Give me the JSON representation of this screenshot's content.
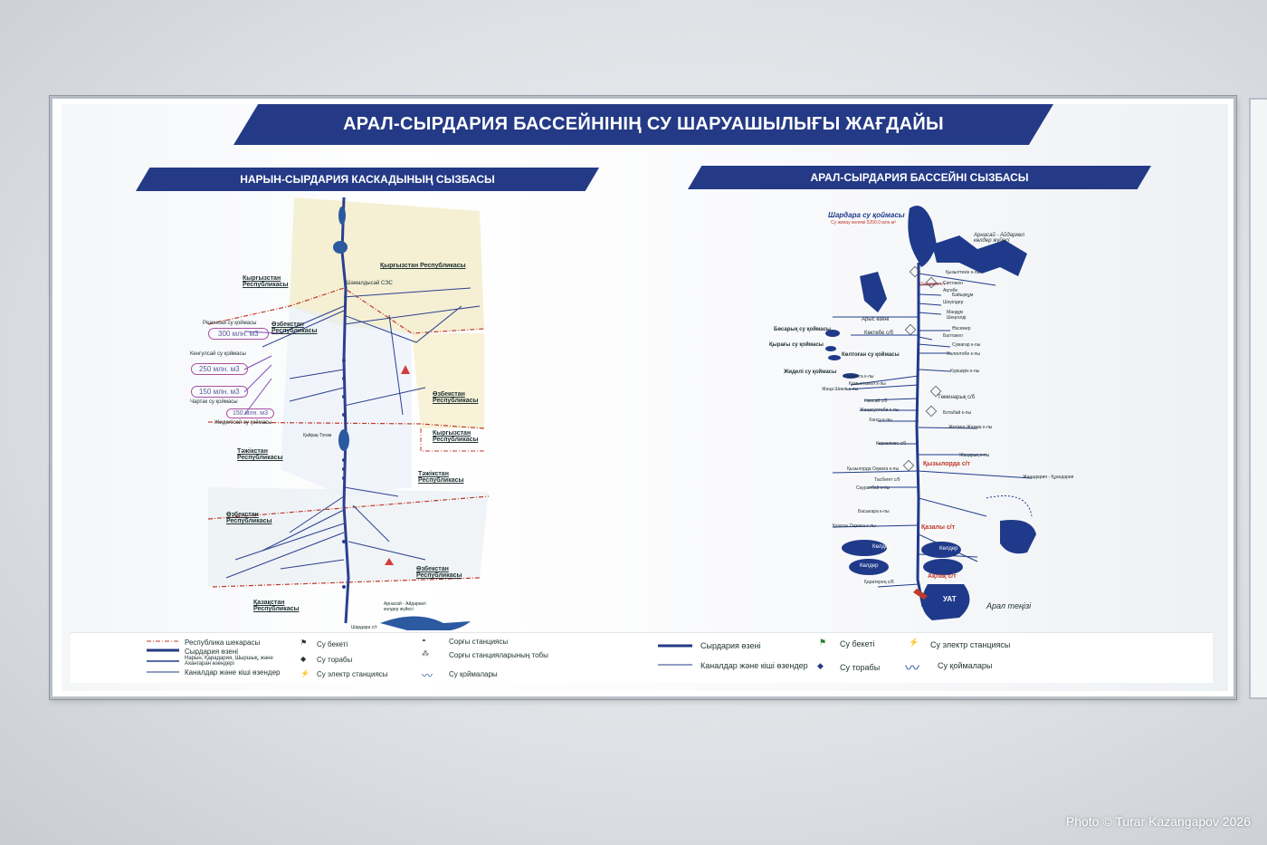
{
  "main_title": "АРАЛ-СЫРДАРИЯ БАССЕЙНІНІҢ СУ ШАРУАШЫЛЫҒЫ ЖАҒДАЙЫ",
  "left_title": "НАРЫН-СЫРДАРИЯ КАСКАДЫНЫҢ СЫЗБАСЫ",
  "right_title": "АРАЛ-СЫРДАРИЯ БАССЕЙНІ СЫЗБАСЫ",
  "left_map": {
    "countries": [
      "Кыргызстан Республикасы",
      "Қырғызстан Республикасы",
      "Өзбекстан Республикасы",
      "Өзбекстан Республикасы",
      "Кыргызстан Республикасы",
      "Тәжікстан Республикасы",
      "Тәжікстан Республикасы",
      "Өзбекстан Республикасы",
      "Өзбекстан Республикасы",
      "Қазақстан Республикасы"
    ],
    "reservoirs": [
      "Резенсай су қоймасы",
      "Кенгулсай су қоймасы",
      "Чартак су қоймасы",
      "Жиделісай су қоймасы"
    ],
    "volumes": [
      "300 млн. м3",
      "250 млн. м3",
      "150 млн. м3",
      "150 млн. м3"
    ],
    "labels": [
      "Шамалдысай СЭС",
      "Қайрақ-Тогам",
      "Арнасай - Айдаркөл көлдер жүйесі",
      "Шардара с/т"
    ]
  },
  "right_map": {
    "reservoir_title": "Шардара су қоймасы",
    "reservoir_volume": "Су жинау көлемі 5200,0 млн.м³",
    "lakes_label": "Арнасай - Айдаркөл көлдер жүйесі",
    "aral_label": "Арал теңізі",
    "yat_label": "УАТ",
    "stations_red": [
      "Қызылорда с/т",
      "Қазалы с/т",
      "Ақлақ с/т",
      "Шардара с/т"
    ],
    "canals_right": [
      "Қызылтекін к-лы",
      "Сиптәкен",
      "Ақтөбе",
      "Байырқұм",
      "Шәуілдер",
      "Маңқұм Шеңгелді",
      "Өзсемер",
      "Балтакел",
      "Сумагар к-лы",
      "Халинтөбе к-лы",
      "Күрішірік к-лы",
      "Төменарық с/б",
      "Ботабай к-лы",
      "Жетікөл-Жарма к-лы",
      "Жаңарық к-лы",
      "Жаңадария - Құандария"
    ],
    "canals_left": [
      "Арыс өзені",
      "Көктөбе с/б",
      "Сүнкайта к-лы",
      "Қамыстыкөл к-лы",
      "Жаңа Шиелі к-лы",
      "Нансай с/б",
      "Жаңасуптөбе к-лы",
      "Хансу к-лы",
      "Керкелмес с/б",
      "Қызылорда Оңжаға к-лы",
      "Тасбөгет с/б",
      "Сауранбай к-лы",
      "Басыкара к-лы",
      "Қазалы Оңжаға к-лы",
      "Қаратерең с/б"
    ],
    "side_reservoirs": [
      "Бөсарық су қоймасы",
      "Қырағы су қоймасы",
      "Көлтоған су қоймасы",
      "Жиделі су қоймасы"
    ],
    "kolder": [
      "Көлдер",
      "Көлдер",
      "Көлдер"
    ]
  },
  "legend": {
    "left": [
      "Республика шекарасы",
      "Сырдария өзені",
      "Нарын, Қарадария, Шыршық, және Ахангаран өзендері",
      "Каналдар және кіші өзендер",
      "Су бекеті",
      "Су торабы",
      "Су электр станциясы",
      "Сорғы станциясы",
      "Сорғы станцияларының тобы",
      "Су қоймалары"
    ],
    "right": [
      "Сырдария өзені",
      "Каналдар және кіші өзендер",
      "Су бекеті",
      "Су торабы",
      "Су электр станциясы",
      "Су қоймалары"
    ]
  },
  "credit": "Photo © Turar Kazangapov 2026",
  "colors": {
    "banner": "#243a86",
    "river": "#2c3f8f",
    "border_red": "#c0392b",
    "accent_purple": "#a94fa3"
  }
}
